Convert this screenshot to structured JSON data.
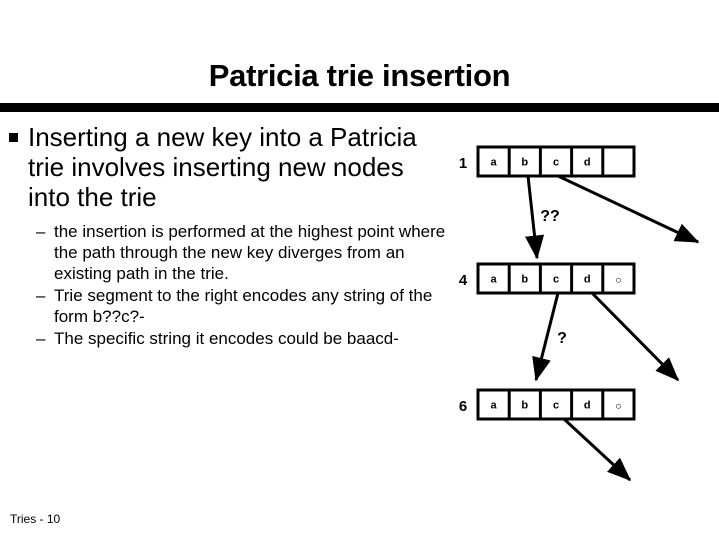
{
  "slide": {
    "title": "Patricia trie insertion",
    "footer": "Tries - 10"
  },
  "content": {
    "main_bullet": "Inserting a new key into a Patricia trie involves inserting new nodes into the trie",
    "sub_bullets": [
      "the insertion is performed at the highest point where the path through the new key diverges from an existing path in the trie.",
      "Trie segment to the right encodes any string of the form b??c?-",
      "The specific string it encodes could be baacd-"
    ],
    "dash": "–"
  },
  "diagram": {
    "type": "patricia-trie",
    "nodes": [
      {
        "id": "node-1",
        "index_label": "1",
        "cells": [
          "a",
          "b",
          "c",
          "d",
          ""
        ]
      },
      {
        "id": "node-4",
        "index_label": "4",
        "cells": [
          "a",
          "b",
          "c",
          "d",
          "○"
        ]
      },
      {
        "id": "node-6",
        "index_label": "6",
        "cells": [
          "a",
          "b",
          "c",
          "d",
          "○"
        ]
      }
    ],
    "edge_labels": [
      "??",
      "?"
    ],
    "colors": {
      "stroke": "#000000",
      "fill": "#ffffff",
      "text": "#000000"
    }
  }
}
